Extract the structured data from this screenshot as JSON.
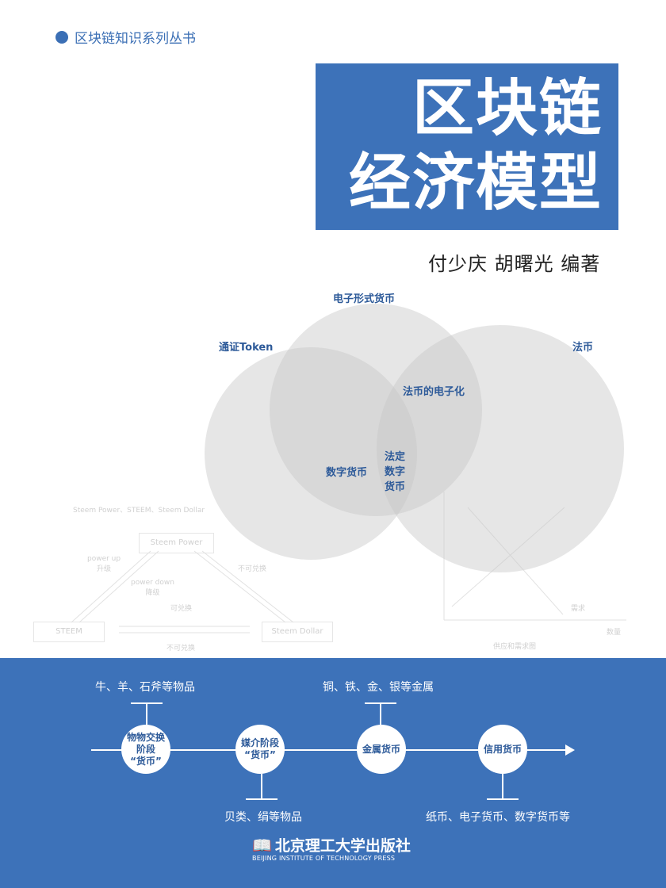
{
  "series": "区块链知识系列丛书",
  "title_line1": "区块链",
  "title_line2": "经济模型",
  "authors": "付少庆  胡曙光  编著",
  "venn": {
    "electronic": "电子形式货币",
    "token": "通证Token",
    "fiat": "法币",
    "fiat_electronic": "法币的电子化",
    "digital": "数字货币",
    "legal_digital_1": "法定",
    "legal_digital_2": "数字",
    "legal_digital_3": "货币"
  },
  "steem_diagram": {
    "power": "Steem Power",
    "steem": "STEEM",
    "dollar": "Steem Dollar",
    "power_up": "power up",
    "upgrade": "升级",
    "power_down": "power down",
    "downgrade": "降级",
    "non_exchangeable": "不可兑换",
    "exchangeable": "可兑换"
  },
  "supply_demand": {
    "demand": "需求",
    "quantity": "数量",
    "caption": "供应和需求图"
  },
  "timeline": {
    "stages": [
      "物物交换\n阶段\n“货币”",
      "媒介阶段\n“货币”",
      "金属货币",
      "信用货币"
    ],
    "notes": [
      "牛、羊、石斧等物品",
      "贝类、绢等物品",
      "铜、铁、金、银等金属",
      "纸币、电子货币、数字货币等"
    ]
  },
  "publisher": {
    "cn": "北京理工大学出版社",
    "en": "BEIJING INSTITUTE OF TECHNOLOGY PRESS"
  },
  "colors": {
    "brand_blue": "#3d72b9"
  }
}
